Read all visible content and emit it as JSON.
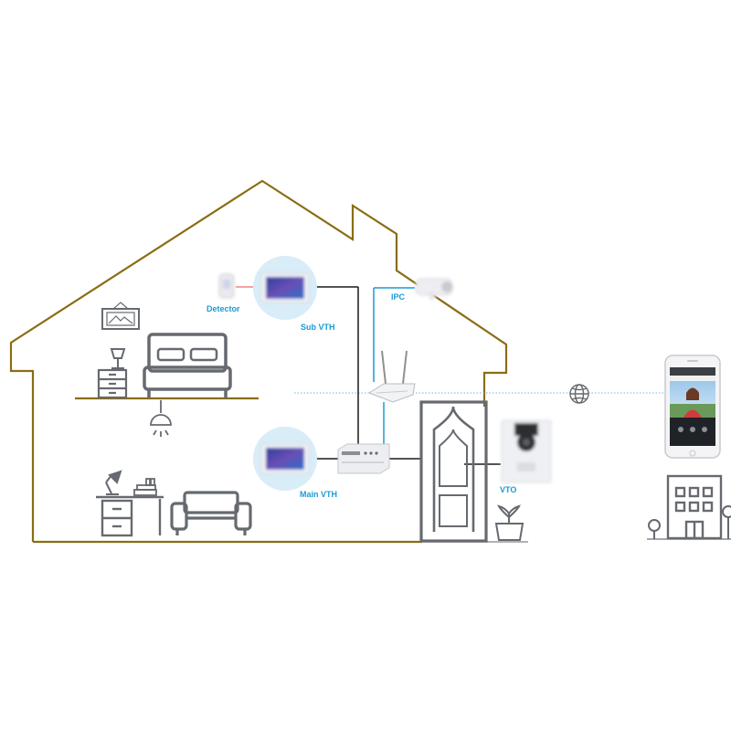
{
  "labels": {
    "detector": "Detector",
    "sub_vth": "Sub VTH",
    "ipc": "IPC",
    "main_vth": "Main VTH",
    "vto": "VTO"
  },
  "colors": {
    "house_outline": "#8a6d14",
    "furniture": "#666a70",
    "cable_black": "#1a1a1a",
    "cable_blue": "#1a9ad6",
    "label_blue": "#1a9ad6",
    "vth_halo": "#d8edf8",
    "dotted_link": "#6cb8de"
  },
  "icons": [
    "picture-frame-icon",
    "lamp-icon",
    "nightstand-icon",
    "bed-icon",
    "ceiling-light-icon",
    "desk-lamp-icon",
    "desk-icon",
    "books-icon",
    "sofa-icon",
    "door-icon",
    "plant-icon",
    "router-icon",
    "globe-icon",
    "smartphone-icon",
    "building-icon",
    "tree-icon",
    "detector-icon",
    "ipc-camera-icon",
    "vto-panel-icon",
    "switch-icon",
    "monitor-icon"
  ]
}
